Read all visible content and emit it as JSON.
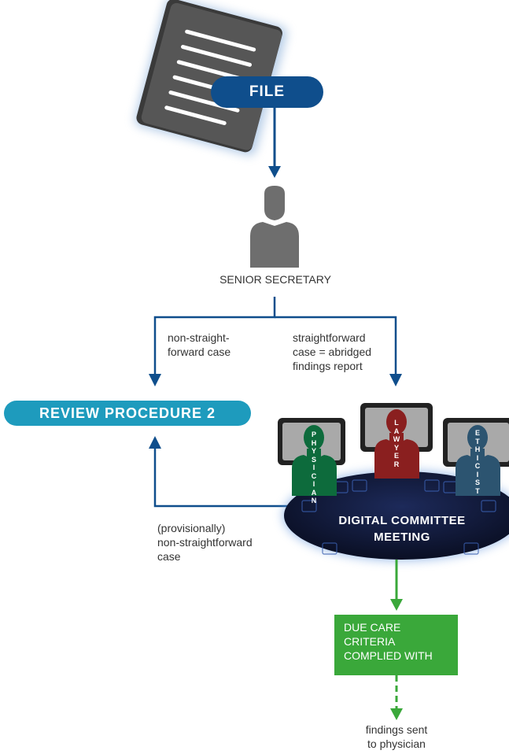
{
  "file_label": "FILE",
  "secretary_label": "SENIOR SECRETARY",
  "branch_left_label": [
    "non-straight-",
    "forward case"
  ],
  "branch_right_label": [
    "straightforward",
    "case = abridged",
    "findings report"
  ],
  "review_label": "REVIEW PROCEDURE 2",
  "meeting_label": [
    "DIGITAL COMMITTEE",
    "MEETING"
  ],
  "members": [
    {
      "role": "PHYSICIAN",
      "color": "#0d6b3c"
    },
    {
      "role": "LAWYER",
      "color": "#8a1f1f"
    },
    {
      "role": "ETHICIST",
      "color": "#2c5470"
    }
  ],
  "return_label": [
    "(provisionally)",
    "non-straightforward",
    "case"
  ],
  "due_care_label": [
    "DUE CARE",
    "CRITERIA",
    "COMPLIED WITH"
  ],
  "result_label": [
    "findings sent",
    "to physician"
  ],
  "colors": {
    "blue": "#0f4e8c",
    "teal": "#1e9bbd",
    "green": "#3aa83a",
    "gray": "#6e6e6e"
  }
}
